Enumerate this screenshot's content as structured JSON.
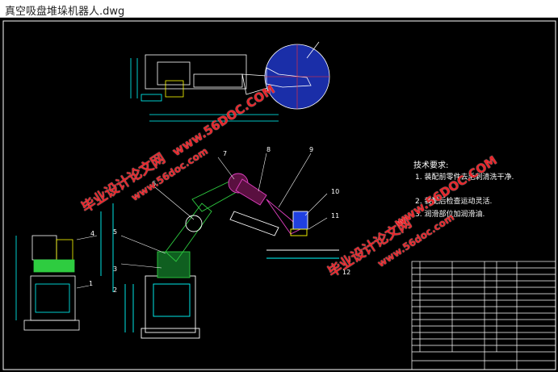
{
  "window": {
    "title": "真空吸盘堆垛机器人.dwg"
  },
  "drawing": {
    "callouts": [
      "1",
      "2",
      "3",
      "4",
      "5",
      "6",
      "7",
      "8",
      "9",
      "10",
      "11",
      "12"
    ],
    "tech_requirements": {
      "heading": "技术要求:",
      "line1": "1. 装配前零件去毛刺清洗干净.",
      "line2": "2. 装配后检查运动灵活.",
      "line3": "3. 润滑部位加润滑油."
    },
    "colors": {
      "outline": "#ffffff",
      "green": "#2ecc40",
      "magenta": "#e040c0",
      "yellow": "#ffff00",
      "cyan": "#00ffff",
      "blue": "#3050ff",
      "red": "#ff3030"
    }
  },
  "watermarks": {
    "w1_line1": "毕业设计论文网",
    "w1_line2": "www.56doc.com",
    "w2_line1": "毕业设计论文网",
    "w2_line2": "www.56doc.com",
    "w3": "www.56DOC.COM",
    "w4": "www.56DOC.COM"
  }
}
